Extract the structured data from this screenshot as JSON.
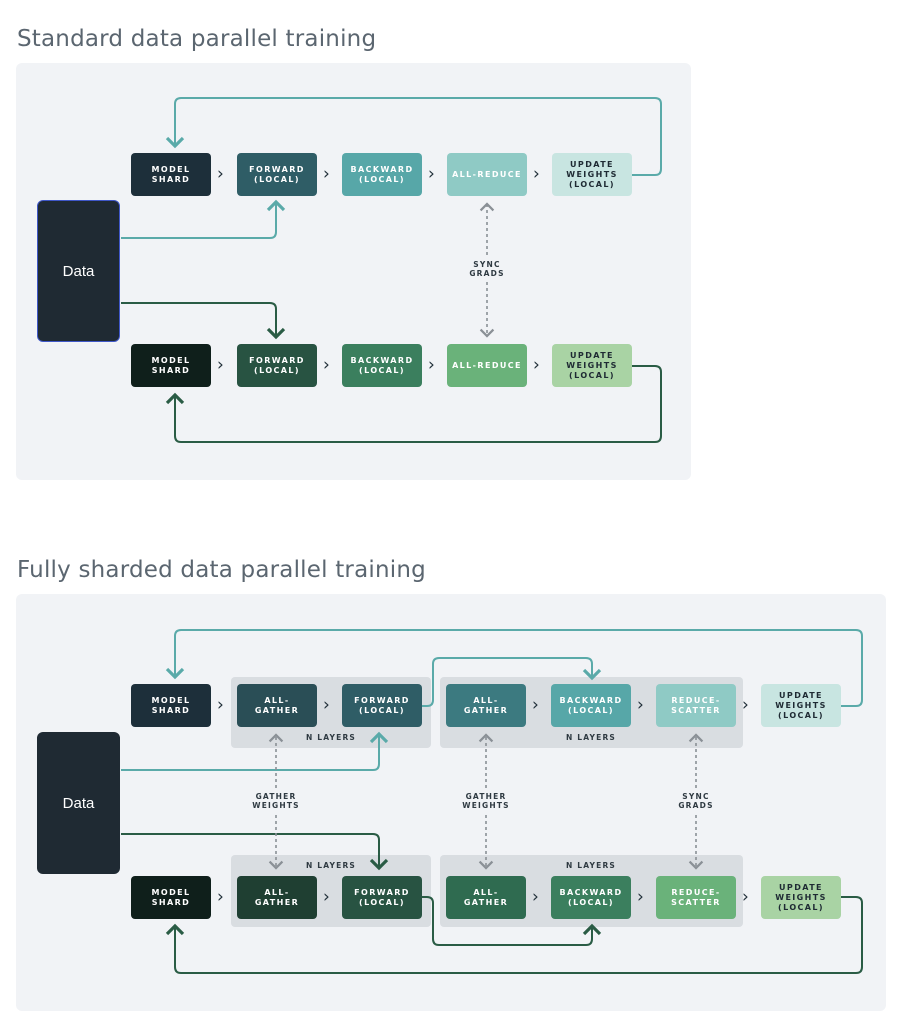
{
  "standard": {
    "title": "Standard data parallel training",
    "data_label": "Data",
    "top_row": [
      "MODEL\nSHARD",
      "FORWARD\n(LOCAL)",
      "BACKWARD\n(LOCAL)",
      "ALL-REDUCE",
      "UPDATE\nWEIGHTS\n(LOCAL)"
    ],
    "bottom_row": [
      "MODEL\nSHARD",
      "FORWARD\n(LOCAL)",
      "BACKWARD\n(LOCAL)",
      "ALL-REDUCE",
      "UPDATE\nWEIGHTS\n(LOCAL)"
    ],
    "sync_label": "SYNC\nGRADS",
    "chevron": "›"
  },
  "fsdp": {
    "title": "Fully sharded data parallel training",
    "data_label": "Data",
    "top_row": [
      "MODEL\nSHARD",
      "ALL-\nGATHER",
      "FORWARD\n(LOCAL)",
      "ALL-\nGATHER",
      "BACKWARD\n(LOCAL)",
      "REDUCE-\nSCATTER",
      "UPDATE\nWEIGHTS\n(LOCAL)"
    ],
    "bottom_row": [
      "MODEL\nSHARD",
      "ALL-\nGATHER",
      "FORWARD\n(LOCAL)",
      "ALL-\nGATHER",
      "BACKWARD\n(LOCAL)",
      "REDUCE-\nSCATTER",
      "UPDATE\nWEIGHTS\n(LOCAL)"
    ],
    "n_layers": "N LAYERS",
    "gather_label": "GATHER\nWEIGHTS",
    "sync_label": "SYNC\nGRADS"
  },
  "colors": {
    "top_teal": [
      "#1d2f3a",
      "#2f5d66",
      "#57a7a8",
      "#8fcac5",
      "#c8e5e1"
    ],
    "bottom_green": [
      "#0f1f1b",
      "#285342",
      "#3b7f5e",
      "#6ab27a",
      "#a9d3a4"
    ],
    "arrow_teal": "#5aaaa9",
    "arrow_green": "#2a5c45",
    "data_border": "#3f57c8"
  }
}
